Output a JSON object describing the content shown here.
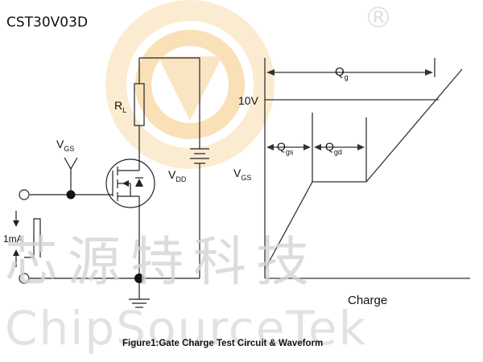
{
  "header": {
    "part_number": "CST30V03D",
    "registered_mark": "®"
  },
  "watermark": {
    "cjk": "芯源特科技",
    "latin": "ChipSourceTek"
  },
  "circuit": {
    "resistor": {
      "main": "R",
      "sub": "L"
    },
    "supply": {
      "main": "V",
      "sub": "DD"
    },
    "gate_voltage": {
      "main": "V",
      "sub": "GS"
    },
    "current_source": "1mA"
  },
  "waveform": {
    "total_charge": {
      "main": "Q",
      "sub": "g"
    },
    "gate_source_charge": {
      "main": "Q",
      "sub": "gs"
    },
    "gate_drain_charge": {
      "main": "Q",
      "sub": "gd"
    },
    "voltage_level": "10V",
    "y_axis": {
      "main": "V",
      "sub": "GS"
    },
    "x_axis": "Charge"
  },
  "caption": "Figure1:Gate Charge Test Circuit & Waveform",
  "colors": {
    "logo_orange": "#f5c77e",
    "logo_ring": "#f9dcaa",
    "watermark_gray": "#d4d4d4",
    "line": "#222222"
  }
}
